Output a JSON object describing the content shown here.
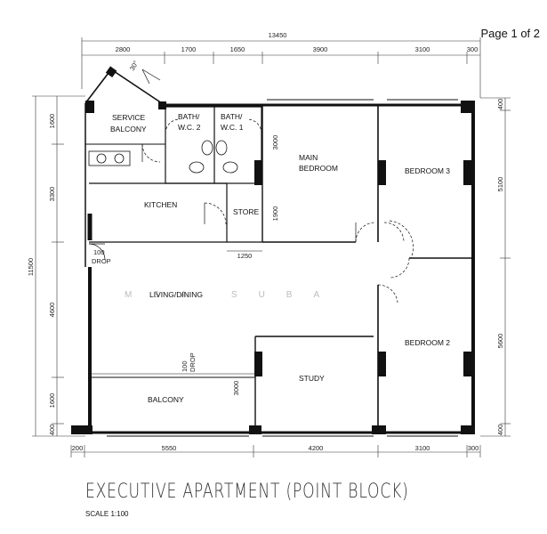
{
  "page_label": "Page 1 of 2",
  "title": "EXECUTIVE APARTMENT (POINT BLOCK)",
  "scale": "SCALE 1:100",
  "watermark": "MSA SUBA",
  "dimensions": {
    "top_total": "13450",
    "top": [
      "2800",
      "1700",
      "1650",
      "3900",
      "3100",
      "300"
    ],
    "bottom": [
      "200",
      "5550",
      "4200",
      "3100",
      "300"
    ],
    "left_total": "11500",
    "left": [
      "1600",
      "3300",
      "4600",
      "1600",
      "400"
    ],
    "right": [
      "400",
      "5100",
      "5600",
      "400"
    ],
    "inner": {
      "mb_height": "3000",
      "mb_lower": "1900",
      "store_width": "1250",
      "study_height": "3000",
      "angle": "30°"
    }
  },
  "rooms": {
    "service_balcony_1": "SERVICE",
    "service_balcony_2": "BALCONY",
    "bath2_1": "BATH/",
    "bath2_2": "W.C. 2",
    "bath1_1": "BATH/",
    "bath1_2": "W.C. 1",
    "main_bedroom_1": "MAIN",
    "main_bedroom_2": "BEDROOM",
    "bedroom3": "BEDROOM 3",
    "kitchen": "KITCHEN",
    "store": "STORE",
    "living_dining": "LIVING/DINING",
    "bedroom2": "BEDROOM 2",
    "study": "STUDY",
    "balcony": "BALCONY",
    "drop_a_1": "100",
    "drop_a_2": "DROP",
    "drop_b_1": "100",
    "drop_b_2": "DROP"
  }
}
